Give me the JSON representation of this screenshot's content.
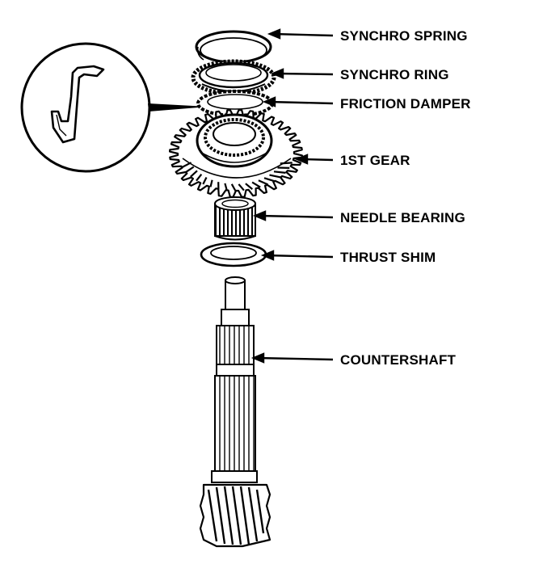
{
  "labels": {
    "synchro_spring": "SYNCHRO SPRING",
    "synchro_ring": "SYNCHRO RING",
    "friction_damper": "FRICTION DAMPER",
    "first_gear": "1ST GEAR",
    "needle_bearing": "NEEDLE BEARING",
    "thrust_shim": "THRUST SHIM",
    "countershaft": "COUNTERSHAFT"
  },
  "colors": {
    "ink": "#000000",
    "paper": "#ffffff",
    "shade": "#555555"
  }
}
